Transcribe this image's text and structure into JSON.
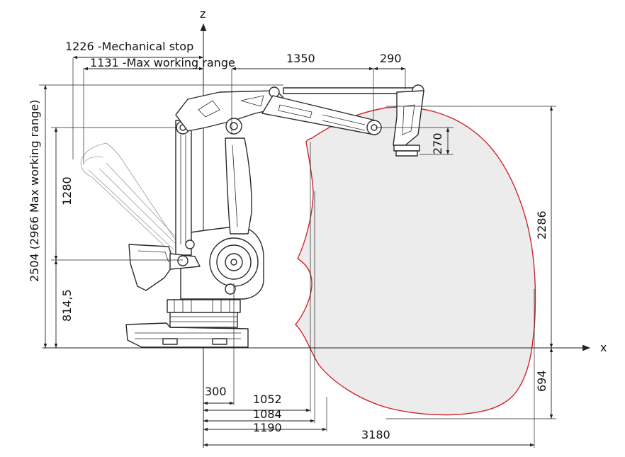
{
  "axes": {
    "z_label": "z",
    "x_label": "x"
  },
  "dimensions": {
    "mechanical_stop": "1226 -Mechanical stop",
    "max_working_range_reach": "1131 -Max working range",
    "arm_length": "1350",
    "wrist_offset": "290",
    "flange_height": "270",
    "upper_reach_height": "2286",
    "below_base_depth": "694",
    "total_height": "2504 (2966 Max working range)",
    "elbow_height": "1280",
    "base_axis_height": "814,5",
    "base_offset": "300",
    "min_reach_1": "1052",
    "min_reach_2": "1084",
    "min_reach_3": "1190",
    "max_reach": "3180"
  },
  "colors": {
    "working_area_fill": "#ececec",
    "working_area_outline": "#d2232a",
    "lines": "#222222"
  }
}
